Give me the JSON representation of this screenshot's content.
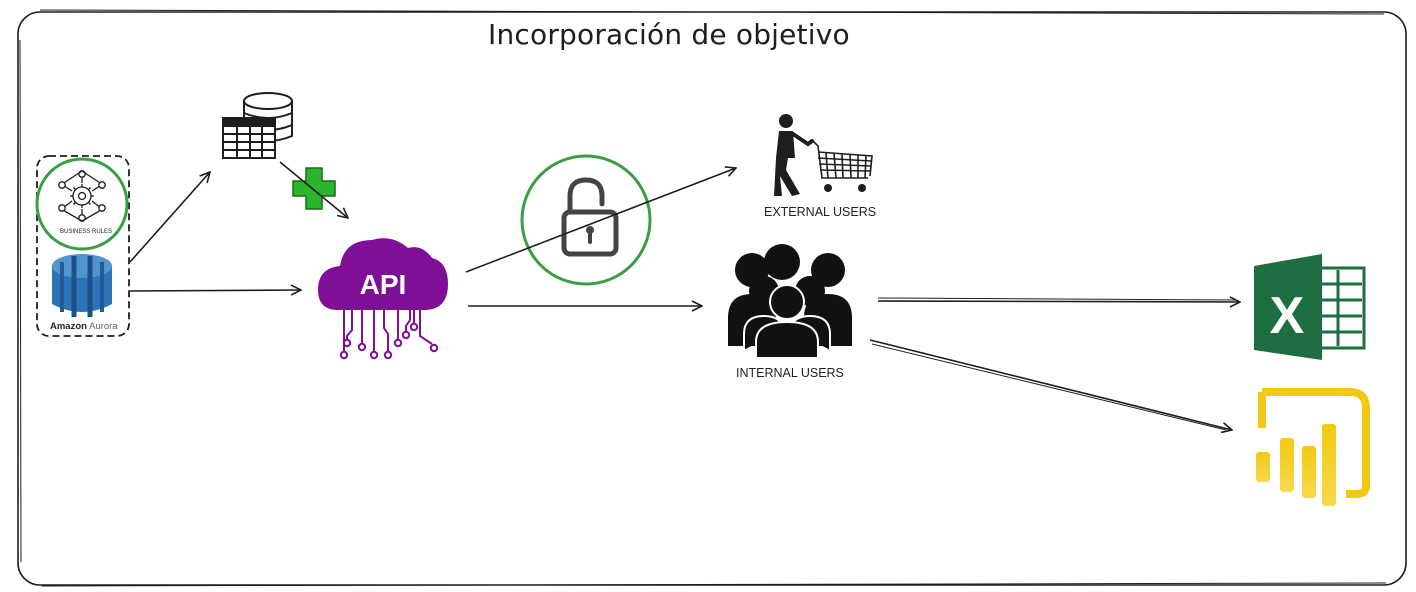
{
  "diagram": {
    "title": "Incorporación de objetivo",
    "nodes": {
      "business_rules": {
        "label": "BUSINESS RULES",
        "icon": "gear-network-icon"
      },
      "aurora": {
        "label_bold": "Amazon",
        "label_light": "Aurora",
        "icon": "amazon-aurora-icon"
      },
      "database": {
        "icon": "database-table-icon"
      },
      "plus": {
        "icon": "plus-icon"
      },
      "api": {
        "label": "API",
        "icon": "api-cloud-icon"
      },
      "lock": {
        "icon": "unlocked-padlock-icon"
      },
      "external_users": {
        "label": "EXTERNAL USERS",
        "icon": "shopping-cart-person-icon"
      },
      "internal_users": {
        "label": "INTERNAL USERS",
        "icon": "user-group-icon"
      },
      "excel": {
        "label": "X",
        "icon": "excel-icon"
      },
      "powerbi": {
        "icon": "power-bi-icon"
      }
    },
    "colors": {
      "frame": "#1e1e1e",
      "green_ring": "#3a9e45",
      "api_purple": "#7f0f96",
      "aurora_blue": "#2e73b8",
      "excel_green": "#1d6f42",
      "powerbi_yellow": "#f2c811",
      "plus_green": "#2bb52b"
    }
  }
}
